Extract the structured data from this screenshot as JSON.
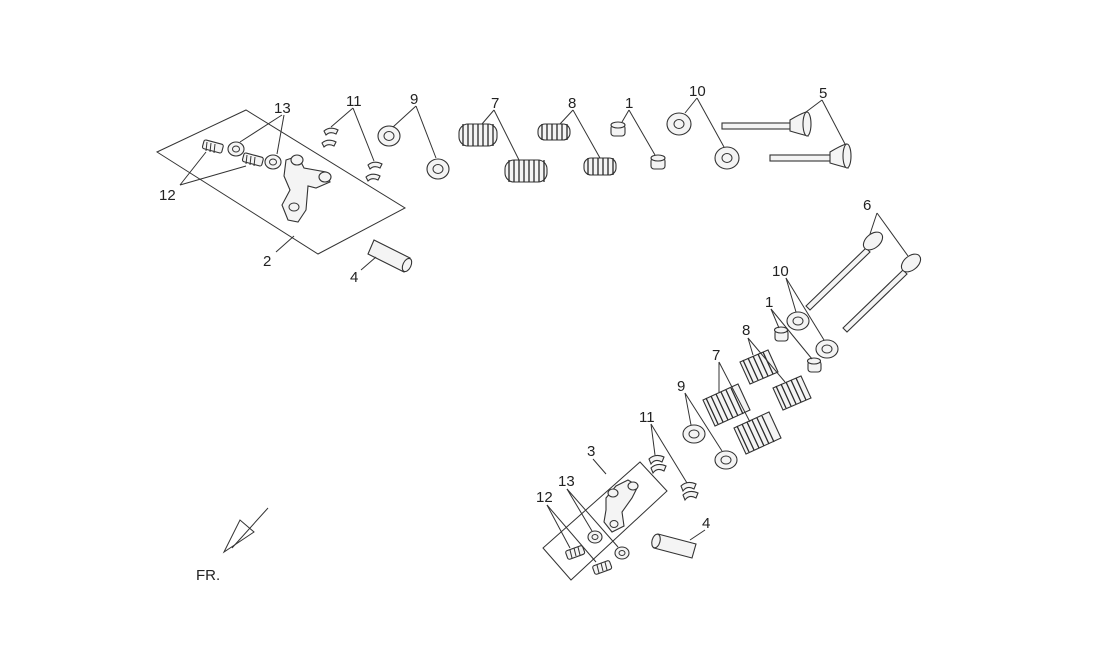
{
  "diagram": {
    "direction_label": "FR.",
    "upper_group_callouts": {
      "c1": "1",
      "c2": "2",
      "c4": "4",
      "c5": "5",
      "c7": "7",
      "c8": "8",
      "c9": "9",
      "c10": "10",
      "c11": "11",
      "c12": "12",
      "c13": "13"
    },
    "lower_group_callouts": {
      "c1": "1",
      "c3": "3",
      "c4": "4",
      "c6": "6",
      "c7": "7",
      "c8": "8",
      "c9": "9",
      "c10": "10",
      "c11": "11",
      "c12": "12",
      "c13": "13"
    }
  }
}
